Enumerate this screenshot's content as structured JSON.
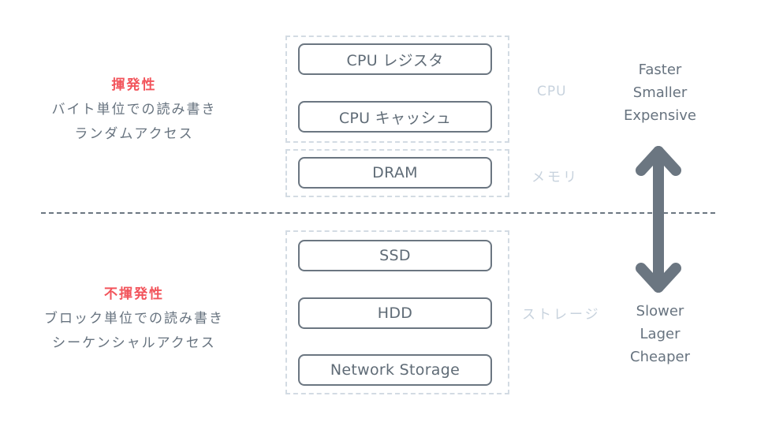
{
  "left_labels": {
    "volatile": {
      "title": "揮発性",
      "line1": "バイト単位での読み書き",
      "line2": "ランダムアクセス"
    },
    "non_volatile": {
      "title": "不揮発性",
      "line1": "ブロック単位での読み書き",
      "line2": "シーケンシャルアクセス"
    }
  },
  "hierarchy": {
    "cpu_group": {
      "label": "CPU",
      "items": [
        "CPU レジスタ",
        "CPU キャッシュ"
      ]
    },
    "memory_group": {
      "label": "メモリ",
      "items": [
        "DRAM"
      ]
    },
    "storage_group": {
      "label": "ストレージ",
      "items": [
        "SSD",
        "HDD",
        "Network Storage"
      ]
    }
  },
  "speed_axis": {
    "top": [
      "Faster",
      "Smaller",
      "Expensive"
    ],
    "bottom": [
      "Slower",
      "Lager",
      "Cheaper"
    ],
    "arrow_icon": "double-headed-vertical-arrow"
  },
  "colors": {
    "highlight": "#f2545b",
    "text": "#67737f",
    "group_label": "#c7d2dd",
    "arrow": "#6b7681",
    "group_border": "#d3dbe3"
  }
}
